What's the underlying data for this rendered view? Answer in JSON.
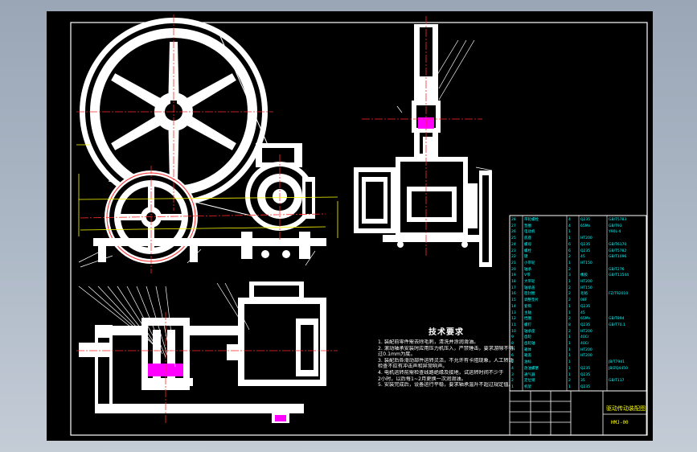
{
  "tech_requirements": {
    "title": "技术要求",
    "items": [
      "1. 装配前零件需去除毛刺，清洗并涂润滑油。",
      "2. 滚动轴承安装时应用压力机压入，严禁锤击，要求游隙不得超",
      "过0.1mm为度。",
      "3. 装配后各滑动部件运转灵活，不允许有卡阻现象，人工转动",
      "检查不应有冲击声和异常响声。",
      "4. 电机运转前需检查线路绝缘及接地，试运转时间不少于",
      "2小时，以后每1~2月更换一次润滑油。",
      "5. 安装完成后，设备运行平稳，要求轴承温升不超过规定值。"
    ]
  },
  "title_block": {
    "name": "驱动传动装配图",
    "code": "HMJ-00"
  },
  "bom": {
    "rows": [
      {
        "no": "28",
        "name": "带轮螺栓",
        "qty": "4",
        "material": "Q235",
        "std": "GB/T5783"
      },
      {
        "no": "27",
        "name": "垫圈",
        "qty": "4",
        "material": "65Mn",
        "std": "GB/T93"
      },
      {
        "no": "26",
        "name": "电动机",
        "qty": "1",
        "material": "",
        "std": "Y90L-4"
      },
      {
        "no": "25",
        "name": "底座",
        "qty": "1",
        "material": "HT200",
        "std": ""
      },
      {
        "no": "24",
        "name": "螺母",
        "qty": "6",
        "material": "Q235",
        "std": "GB/T6170"
      },
      {
        "no": "23",
        "name": "螺栓",
        "qty": "6",
        "material": "Q235",
        "std": "GB/T5782"
      },
      {
        "no": "22",
        "name": "键",
        "qty": "2",
        "material": "45",
        "std": "GB/T1096"
      },
      {
        "no": "21",
        "name": "小带轮",
        "qty": "1",
        "material": "HT150",
        "std": ""
      },
      {
        "no": "20",
        "name": "轴承",
        "qty": "2",
        "material": "",
        "std": "GB/T276"
      },
      {
        "no": "19",
        "name": "V带",
        "qty": "3",
        "material": "橡胶",
        "std": "GB/T11544"
      },
      {
        "no": "18",
        "name": "大带轮",
        "qty": "1",
        "material": "HT200",
        "std": ""
      },
      {
        "no": "17",
        "name": "轴承盖",
        "qty": "2",
        "material": "HT150",
        "std": ""
      },
      {
        "no": "16",
        "name": "密封圈",
        "qty": "2",
        "material": "毛毡",
        "std": "FZ/T92010"
      },
      {
        "no": "15",
        "name": "调整垫片",
        "qty": "2",
        "material": "08F",
        "std": ""
      },
      {
        "no": "14",
        "name": "套筒",
        "qty": "1",
        "material": "Q235",
        "std": ""
      },
      {
        "no": "13",
        "name": "主轴",
        "qty": "1",
        "material": "45",
        "std": ""
      },
      {
        "no": "12",
        "name": "挡圈",
        "qty": "2",
        "material": "65Mn",
        "std": "GB/T894"
      },
      {
        "no": "11",
        "name": "螺钉",
        "qty": "8",
        "material": "Q235",
        "std": "GB/T70.1"
      },
      {
        "no": "10",
        "name": "轴承座",
        "qty": "2",
        "material": "HT200",
        "std": ""
      },
      {
        "no": "9",
        "name": "齿轮",
        "qty": "1",
        "material": "40Cr",
        "std": ""
      },
      {
        "no": "8",
        "name": "齿轮轴",
        "qty": "1",
        "material": "40Cr",
        "std": ""
      },
      {
        "no": "7",
        "name": "箱体",
        "qty": "1",
        "material": "HT200",
        "std": ""
      },
      {
        "no": "6",
        "name": "箱盖",
        "qty": "1",
        "material": "HT200",
        "std": ""
      },
      {
        "no": "5",
        "name": "油标",
        "qty": "1",
        "material": "",
        "std": "JB/T7941"
      },
      {
        "no": "4",
        "name": "放油螺塞",
        "qty": "1",
        "material": "Q235",
        "std": "JB/ZQ4450"
      },
      {
        "no": "3",
        "name": "通气器",
        "qty": "1",
        "material": "Q235",
        "std": ""
      },
      {
        "no": "2",
        "name": "定位销",
        "qty": "2",
        "material": "35",
        "std": "GB/T117"
      },
      {
        "no": "1",
        "name": "机架",
        "qty": "1",
        "material": "Q235",
        "std": ""
      }
    ]
  },
  "colors": {
    "background": "#000000",
    "lines": "#ffffff",
    "centerline": "#ff2a2a",
    "dimension": "#ffff00",
    "hatch": "#ff00ff",
    "table_text": "#00ffff"
  }
}
